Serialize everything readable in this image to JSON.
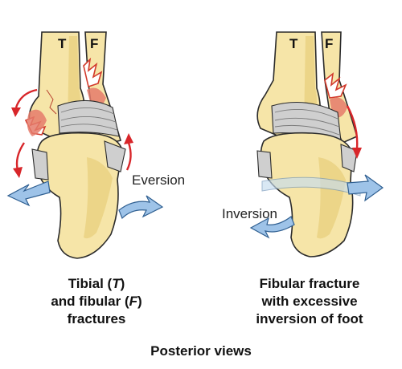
{
  "left_panel": {
    "tibia_letter": "T",
    "fibula_letter": "F",
    "eversion_label": "Eversion",
    "caption": {
      "line1_a": "Tibial (",
      "line1_b": "T",
      "line1_c": ")",
      "line2_a": "and fibular (",
      "line2_b": "F",
      "line2_c": ")",
      "line3": "fractures"
    }
  },
  "right_panel": {
    "tibia_letter": "T",
    "fibula_letter": "F",
    "inversion_label": "Inversion",
    "caption": {
      "line1": "Fibular fracture",
      "line2": "with excessive",
      "line3": "inversion of foot"
    }
  },
  "footer": {
    "title": "Posterior views"
  },
  "colors": {
    "bone": "#f6e5a8",
    "ligament": "#cfcfcf",
    "fracture_red": "#d8262a",
    "motion_arrow_blue": "#9ec3e8"
  }
}
